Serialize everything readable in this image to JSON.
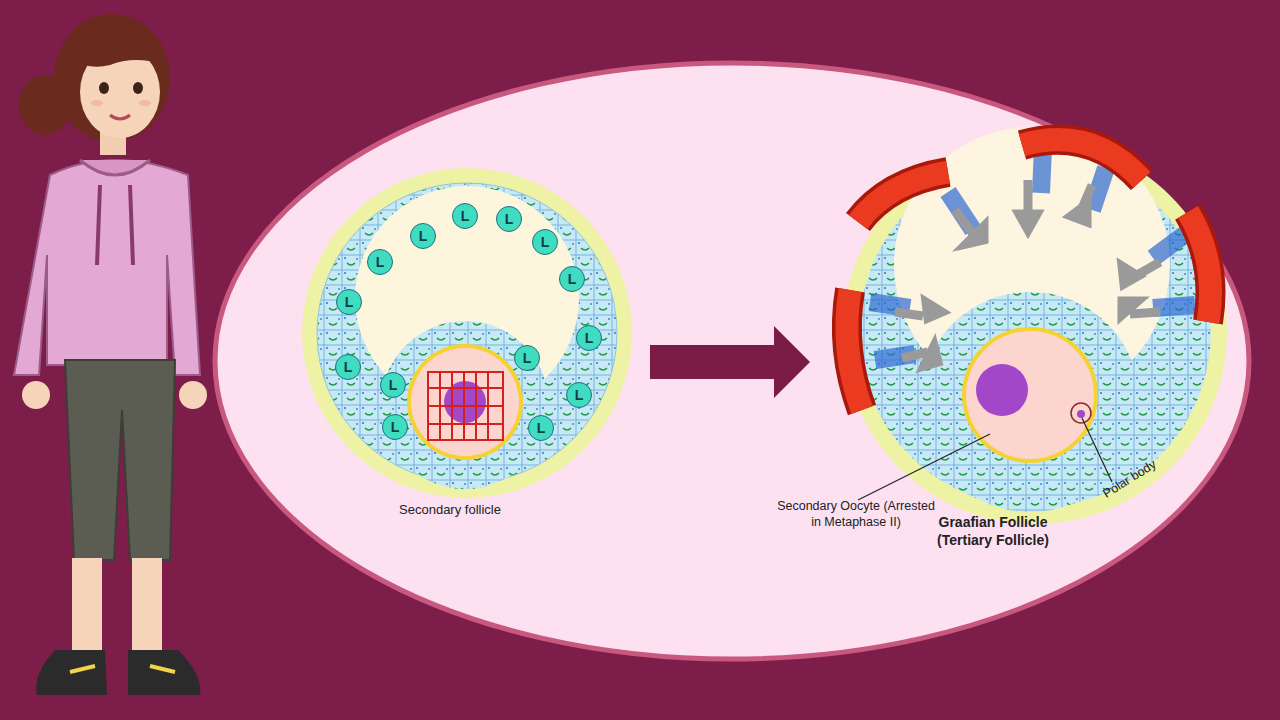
{
  "diagram": {
    "nodes": [
      {
        "text": [
          "Secondary follicle"
        ]
      },
      {
        "text": [
          "L"
        ],
        "in": 0
      },
      {
        "text": [
          "L"
        ],
        "in": 0
      },
      {
        "text": [
          "L"
        ],
        "in": 0
      },
      {
        "text": [
          "L"
        ],
        "in": 0
      },
      {
        "text": [
          "L"
        ],
        "in": 0
      },
      {
        "text": [
          "L"
        ],
        "in": 0
      },
      {
        "text": [
          "L"
        ],
        "in": 0
      },
      {
        "text": [
          "L"
        ],
        "in": 0
      },
      {
        "text": [
          "L"
        ],
        "in": 0
      },
      {
        "text": [
          "L"
        ],
        "in": 0
      },
      {
        "text": [
          "L"
        ],
        "in": 0
      },
      {
        "text": [
          "L"
        ],
        "in": 0
      },
      {
        "text": [
          "L"
        ],
        "in": 0
      },
      {
        "text": [
          "L"
        ],
        "in": 0
      },
      {
        "text": [
          "Graafian Follicle (Tertiary Follicle)"
        ]
      }
    ],
    "edges": [
      {
        "from": 0,
        "to": 15,
        "arrow": "to"
      }
    ],
    "labels": [
      "Secondary Oocyte (Arrested in Metaphase II)",
      "Polar body"
    ]
  }
}
